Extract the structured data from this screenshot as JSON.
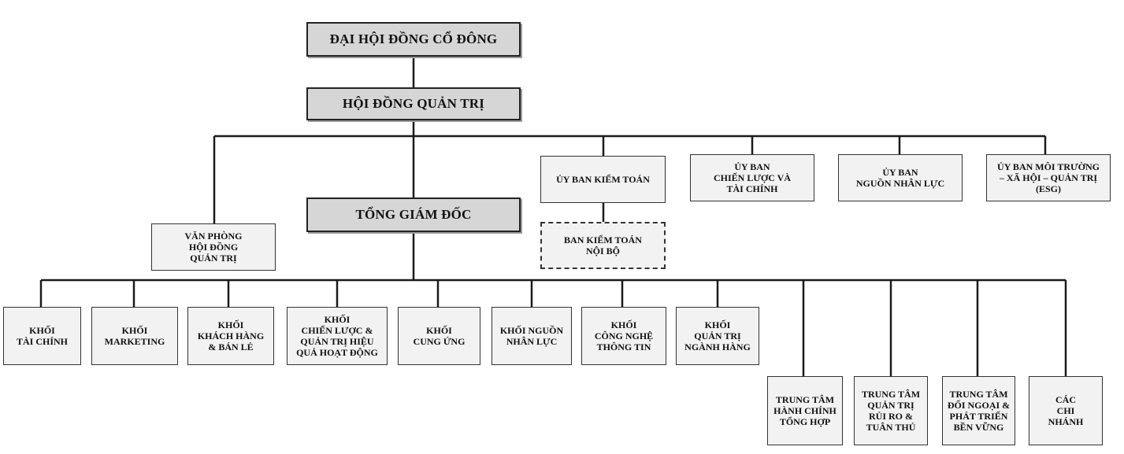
{
  "org_chart": {
    "shareholders": "ĐẠI HỘI ĐỒNG CỔ ĐÔNG",
    "board": "HỘI ĐỒNG QUẢN TRỊ",
    "ceo": "TỔNG GIÁM ĐỐC",
    "board_office": "VĂN PHÒNG\nHỘI ĐỒNG\nQUẢN TRỊ",
    "committees": [
      "ỦY BAN KIỂM TOÁN",
      "ỦY BAN\nCHIẾN LƯỢC VÀ\nTÀI CHÍNH",
      "ỦY BAN\nNGUỒN NHÂN LỰC",
      "ỦY BAN MÔI TRƯỜNG\n– XÃ HỘI – QUẢN TRỊ\n(ESG)"
    ],
    "internal_audit": "BAN KIỂM TOÁN\nNỘI BỘ",
    "divisions": [
      "KHỐI\nTÀI CHÍNH",
      "KHỐI\nMARKETING",
      "KHỐI\nKHÁCH HÀNG\n& BÁN LẺ",
      "KHỐI\nCHIẾN LƯỢC &\nQUẢN TRỊ HIỆU\nQUẢ HOẠT ĐỘNG",
      "KHỐI\nCUNG ỨNG",
      "KHỐI NGUỒN\nNHÂN LỰC",
      "KHỐI\nCÔNG NGHỆ\nTHÔNG TIN",
      "KHỐI\nQUẢN TRỊ\nNGÀNH HÀNG"
    ],
    "centers": [
      "TRUNG TÂM\nHÀNH CHÍNH\nTỔNG HỢP",
      "TRUNG TÂM\nQUẢN TRỊ\nRỦI RO &\nTUÂN THỦ",
      "TRUNG TÂM\nĐỐI NGOẠI &\nPHÁT TRIỂN\nBỀN VỮNG",
      "CÁC\nCHI\nNHÁNH"
    ]
  }
}
